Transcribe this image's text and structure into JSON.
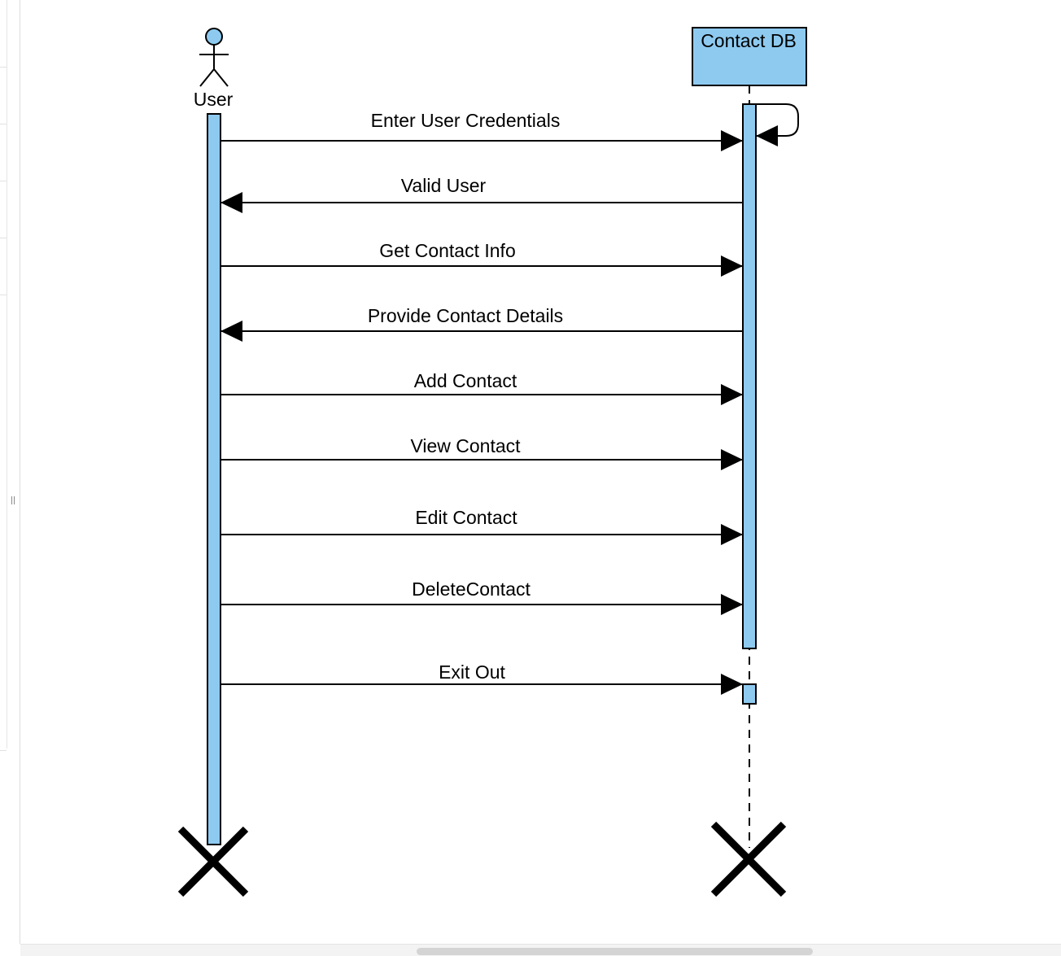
{
  "diagram": {
    "actor": {
      "label": "User"
    },
    "object": {
      "label": "Contact DB"
    },
    "messages": [
      {
        "label": "Enter User Credentials",
        "direction": "to-db"
      },
      {
        "label": "Valid User",
        "direction": "to-user"
      },
      {
        "label": "Get Contact Info",
        "direction": "to-db"
      },
      {
        "label": "Provide Contact Details",
        "direction": "to-user"
      },
      {
        "label": "Add Contact",
        "direction": "to-db"
      },
      {
        "label": "View Contact",
        "direction": "to-db"
      },
      {
        "label": "Edit Contact",
        "direction": "to-db"
      },
      {
        "label": "DeleteContact",
        "direction": "to-db"
      },
      {
        "label": "Exit Out",
        "direction": "to-db"
      }
    ]
  },
  "colors": {
    "fill": "#8ECAF0",
    "stroke": "#000000",
    "canvas": "#ffffff"
  }
}
